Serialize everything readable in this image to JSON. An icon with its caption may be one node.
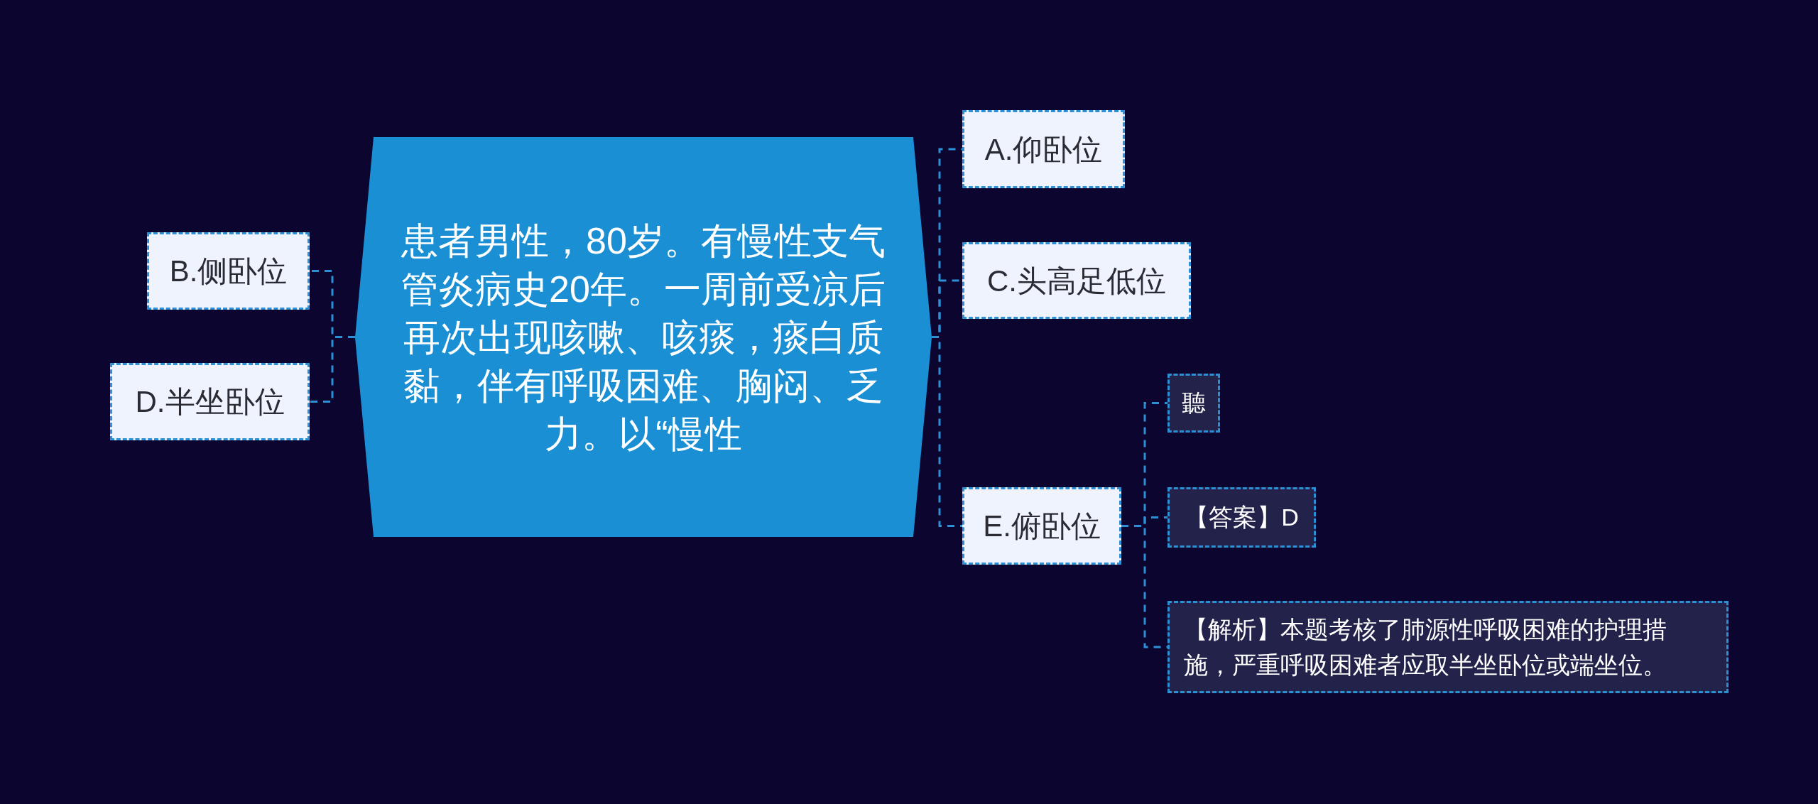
{
  "diagram": {
    "nodes": [
      {
        "text": [
          "患者男性，80岁。有慢性支气管炎病史20年。一周前受凉后再次出现咳嗽、咳痰，痰白质黏，伴有呼吸困难、胸闷、乏力。以“慢性"
        ]
      },
      {
        "text": [
          "B.侧卧位"
        ]
      },
      {
        "text": [
          "D.半坐卧位"
        ]
      },
      {
        "text": [
          "A.仰卧位"
        ]
      },
      {
        "text": [
          "C.头高足低位"
        ]
      },
      {
        "text": [
          "E.俯卧位"
        ]
      },
      {
        "text": [
          "聽"
        ]
      },
      {
        "text": [
          "【答案】D"
        ]
      },
      {
        "text": [
          "【解析】本题考核了肺源性呼吸困难的护理措施，严重呼吸困难者应取半坐卧位或端坐位。"
        ]
      }
    ],
    "edges": [
      {
        "from": 0,
        "to": 1,
        "arrow": "none",
        "style": "dashed"
      },
      {
        "from": 0,
        "to": 2,
        "arrow": "none",
        "style": "dashed"
      },
      {
        "from": 0,
        "to": 3,
        "arrow": "none",
        "style": "dashed"
      },
      {
        "from": 0,
        "to": 4,
        "arrow": "none",
        "style": "dashed"
      },
      {
        "from": 0,
        "to": 5,
        "arrow": "none",
        "style": "dashed"
      },
      {
        "from": 5,
        "to": 6,
        "arrow": "none",
        "style": "dashed"
      },
      {
        "from": 5,
        "to": 7,
        "arrow": "none",
        "style": "dashed"
      },
      {
        "from": 5,
        "to": 8,
        "arrow": "none",
        "style": "dashed"
      }
    ]
  }
}
